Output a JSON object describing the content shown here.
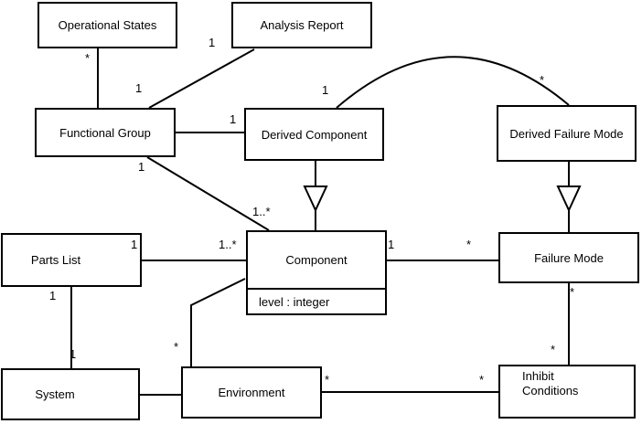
{
  "diagram": {
    "type": "uml-class-diagram",
    "colors": {
      "background": "#ffffff",
      "line": "#000000",
      "box_fill": "#ffffff",
      "text": "#000000"
    },
    "classes": [
      {
        "id": "operational-states",
        "name": "Operational States"
      },
      {
        "id": "analysis-report",
        "name": "Analysis Report"
      },
      {
        "id": "functional-group",
        "name": "Functional Group"
      },
      {
        "id": "derived-component",
        "name": "Derived Component"
      },
      {
        "id": "derived-failure-mode",
        "name": "Derived Failure Mode"
      },
      {
        "id": "parts-list",
        "name": "Parts List"
      },
      {
        "id": "component",
        "name": "Component",
        "attribute": "level : integer"
      },
      {
        "id": "failure-mode",
        "name": "Failure Mode"
      },
      {
        "id": "system",
        "name": "System"
      },
      {
        "id": "environment",
        "name": "Environment"
      },
      {
        "id": "inhibit-conditions",
        "name": "Inhibit Conditions"
      }
    ],
    "associations": [
      {
        "from": "Operational States",
        "to": "Functional Group",
        "from_label": "*",
        "to_label": ""
      },
      {
        "from": "Analysis Report",
        "to": "Functional Group",
        "from_label": "1",
        "to_label": "1"
      },
      {
        "from": "Functional Group",
        "to": "Derived Component",
        "from_label": "",
        "to_label": "1"
      },
      {
        "from": "Derived Component",
        "to": "Derived Failure Mode",
        "from_label": "1",
        "to_label": "*"
      },
      {
        "from": "Functional Group",
        "to": "Component",
        "from_label": "1",
        "to_label": "1..*"
      },
      {
        "from": "Parts List",
        "to": "Component",
        "from_label": "1",
        "to_label": "1..*"
      },
      {
        "from": "Component",
        "to": "Failure Mode",
        "from_label": "1",
        "to_label": "*"
      },
      {
        "from": "Parts List",
        "to": "System",
        "from_label": "1",
        "to_label": "1"
      },
      {
        "from": "Component",
        "to": "Environment",
        "from_label": "",
        "to_label": "*"
      },
      {
        "from": "System",
        "to": "Environment",
        "from_label": "",
        "to_label": ""
      },
      {
        "from": "Environment",
        "to": "Inhibit Conditions",
        "from_label": "*",
        "to_label": "*"
      },
      {
        "from": "Failure Mode",
        "to": "Inhibit Conditions",
        "from_label": "*",
        "to_label": "*"
      }
    ],
    "generalizations": [
      {
        "child": "Derived Component",
        "parent": "Component"
      },
      {
        "child": "Derived Failure Mode",
        "parent": "Failure Mode"
      }
    ]
  }
}
